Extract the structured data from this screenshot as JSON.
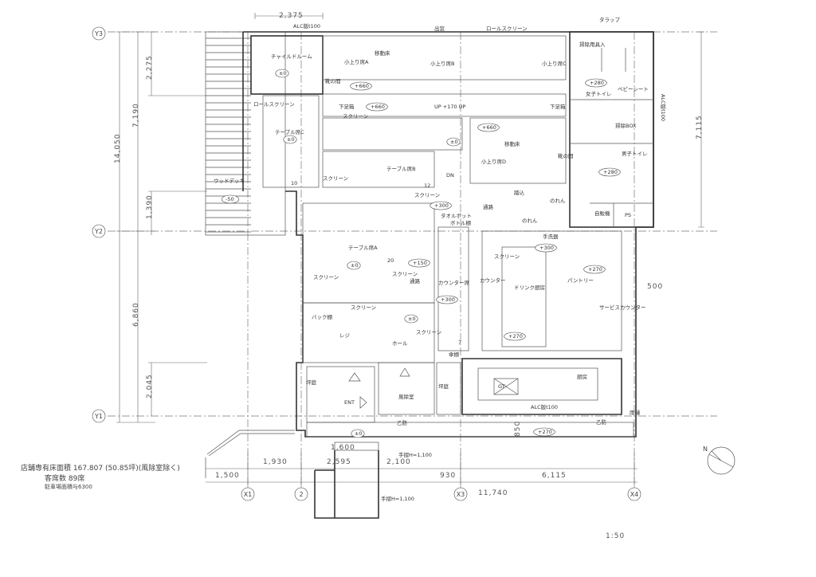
{
  "drawing": {
    "scale": "1:50",
    "notes": {
      "floor_area": "店舗専有床面積 167.807 (50.85坪)(風除室除く)",
      "seats": "客席数 89席",
      "parking": "駐車場面積与6300"
    },
    "grid_labels": [
      "Y3",
      "Y2",
      "Y1",
      "X1",
      "2",
      "X3",
      "X4"
    ],
    "dimensions": [
      "14,050",
      "7,190",
      "2,275",
      "1,390",
      "6,860",
      "2,045",
      "2,375",
      "7,115",
      "500",
      "1,930",
      "2,595",
      "2,100",
      "1,500",
      "930",
      "6,115",
      "11,740",
      "1,600",
      "850"
    ],
    "labels": [
      "チャイルドルーム",
      "±0",
      "ロールスクリーン",
      "テーブル席C",
      "±0",
      "ウッドデッキ",
      "-50",
      "10",
      "小上り席A",
      "小上り席B",
      "小上り席C",
      "移動床",
      "靴の間",
      "+660",
      "+660",
      "UP +170 UP",
      "下足箱",
      "下足箱",
      "スクリーン",
      "ロールスクリーン",
      "出窓",
      "±0",
      "+660",
      "小上り席D",
      "移動床",
      "靴の間",
      "テーブル席B",
      "スクリーン",
      "DN",
      "12",
      "スクリーン",
      "踏込",
      "+300",
      "通路",
      "タオルポット",
      "ボトル棚",
      "のれん",
      "のれん",
      "掃除用具入",
      "タラップ",
      "+280",
      "女子トイレ",
      "ベビーシート",
      "掃除BOX",
      "男子トイレ",
      "+280",
      "自販機",
      "PS",
      "ALC版t100",
      "テーブル席A",
      "±0",
      "20",
      "+150",
      "スクリーン",
      "スクリーン",
      "通路",
      "カウンター席",
      "+300",
      "カウンター",
      "ドリンク厨房",
      "+300",
      "手洗器",
      "スクリーン",
      "+270",
      "パントリー",
      "サービスカウンター",
      "スクリーン",
      "バック棚",
      "レジ",
      "±0",
      "スクリーン",
      "ホール",
      "+270",
      "7",
      "傘棚",
      "厨房",
      "GT",
      "坪庭",
      "ENT",
      "風除室",
      "坪庭",
      "ALC版t100",
      "±0",
      "+270",
      "乙防",
      "乙防",
      "雨樋",
      "手摺H=1,100",
      "手摺H=1,100",
      "ALC版t100"
    ]
  }
}
